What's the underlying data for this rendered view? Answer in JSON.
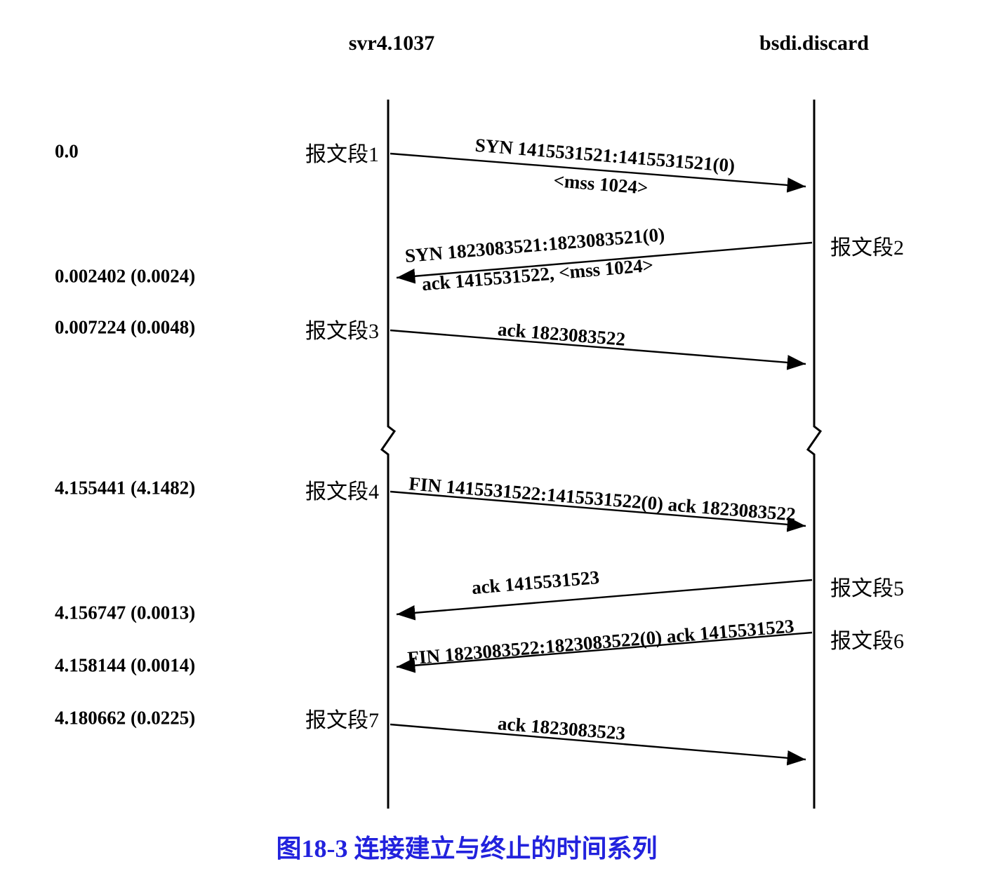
{
  "hosts": {
    "left": "svr4.1037",
    "right": "bsdi.discard"
  },
  "times": [
    "0.0",
    "0.002402 (0.0024)",
    "0.007224 (0.0048)",
    "4.155441 (4.1482)",
    "4.156747 (0.0013)",
    "4.158144 (0.0014)",
    "4.180662 (0.0225)"
  ],
  "segments": {
    "s1": "报文段1",
    "s2": "报文段2",
    "s3": "报文段3",
    "s4": "报文段4",
    "s5": "报文段5",
    "s6": "报文段6",
    "s7": "报文段7"
  },
  "arrows": {
    "a1": {
      "direction": "left-to-right",
      "top": "SYN 1415531521:1415531521(0)",
      "bottom": "<mss 1024>"
    },
    "a2": {
      "direction": "right-to-left",
      "top": "SYN 1823083521:1823083521(0)",
      "bottom": "ack 1415531522, <mss 1024>"
    },
    "a3": {
      "direction": "left-to-right",
      "label": "ack 1823083522"
    },
    "a4": {
      "direction": "left-to-right",
      "label": "FIN 1415531522:1415531522(0) ack 1823083522"
    },
    "a5": {
      "direction": "right-to-left",
      "label": "ack 1415531523"
    },
    "a6": {
      "direction": "right-to-left",
      "label": "FIN 1823083522:1823083522(0) ack 1415531523"
    },
    "a7": {
      "direction": "left-to-right",
      "label": "ack 1823083523"
    }
  },
  "caption": {
    "text": "图18-3  连接建立与终止的时间系列",
    "color": "#2222dd"
  },
  "colors": {
    "ink": "#000000",
    "background": "#ffffff"
  }
}
